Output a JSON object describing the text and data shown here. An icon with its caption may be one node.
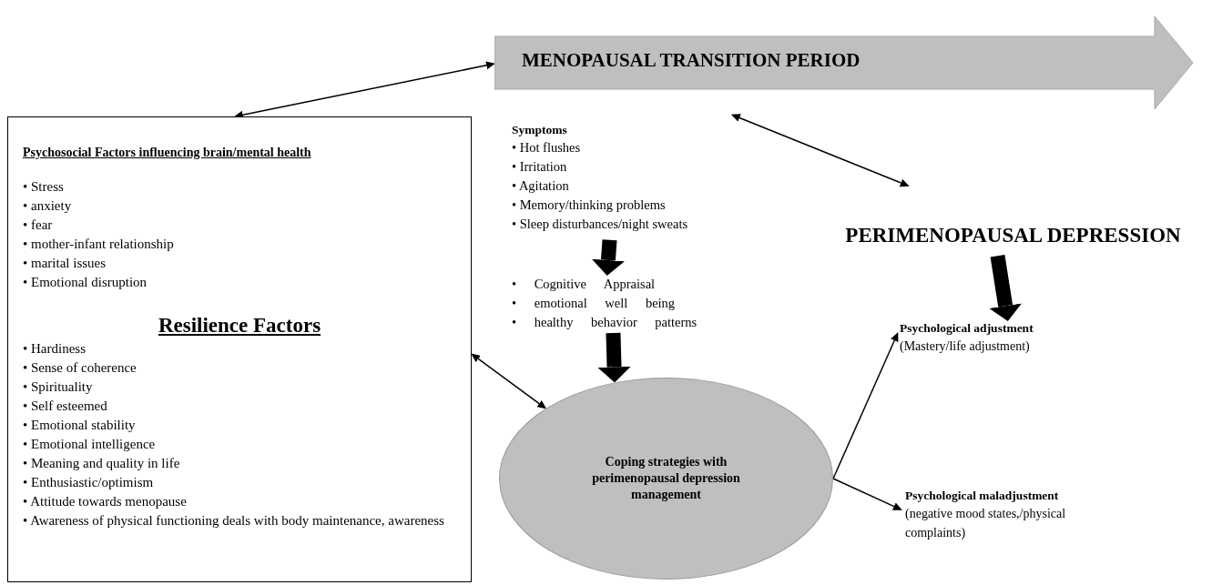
{
  "diagram": {
    "nodes": [
      {
        "text": [
          "Psychosocial Factors influencing brain/mental health",
          "• Stress",
          "• anxiety",
          "• fear",
          "• mother-infant relationship",
          "• marital issues",
          "• Emotional disruption",
          "Resilience Factors",
          "• Hardiness",
          "• Sense of coherence",
          "• Spirituality",
          "• Self esteemed",
          "• Emotional stability",
          "• Emotional intelligence",
          "• Meaning and quality in life",
          "• Enthusiastic/optimism",
          "• Attitude towards menopause",
          "• Awareness of physical functioning deals with body maintenance, awareness"
        ]
      },
      {
        "text": [
          "MENOPAUSAL TRANSITION PERIOD"
        ]
      },
      {
        "text": [
          "Symptoms",
          "• Hot flushes",
          "• Irritation",
          "• Agitation",
          "• Memory/thinking problems",
          "• Sleep disturbances/night sweats"
        ]
      },
      {
        "text": [
          "• Cognitive Appraisal",
          "• emotional well being",
          "• healthy behavior patterns"
        ]
      },
      {
        "text": [
          "Coping strategies with perimenopausal depression management"
        ]
      },
      {
        "text": [
          "PERIMENOPAUSAL DEPRESSION"
        ]
      },
      {
        "text": [
          "Psychological adjustment",
          "(Mastery/life adjustment)"
        ]
      },
      {
        "text": [
          "Psychological maladjustment",
          "(negative mood states,/physical complaints)"
        ]
      }
    ],
    "edges": [
      {
        "from": 0,
        "to": 1,
        "arrow": "both"
      },
      {
        "from": 1,
        "to": 5,
        "arrow": "both"
      },
      {
        "from": 0,
        "to": 4,
        "arrow": "both"
      },
      {
        "from": 2,
        "to": 3,
        "arrow": "to",
        "style": "thick"
      },
      {
        "from": 3,
        "to": 4,
        "arrow": "to",
        "style": "thick"
      },
      {
        "from": 5,
        "to": 6,
        "arrow": "to",
        "style": "thick"
      },
      {
        "from": 4,
        "to": 6,
        "arrow": "to"
      },
      {
        "from": 4,
        "to": 7,
        "arrow": "to"
      }
    ]
  }
}
